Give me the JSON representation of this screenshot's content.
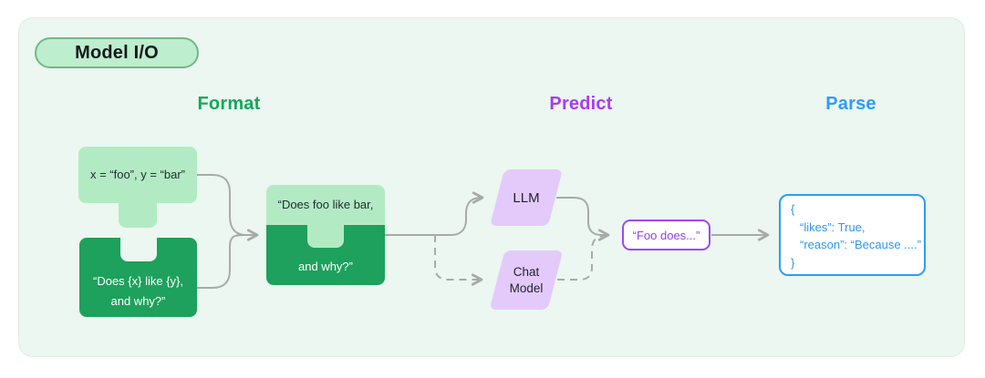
{
  "badge": {
    "label": "Model I/O"
  },
  "headings": {
    "format": "Format",
    "predict": "Predict",
    "parse": "Parse"
  },
  "format": {
    "values_piece": {
      "text": "x = “foo”, y = “bar”"
    },
    "template_piece": {
      "line1": "“Does {x} like {y},",
      "line2": "and why?”"
    },
    "prompt_piece": {
      "line1": "“Does foo like bar,",
      "line2": "and why?”"
    }
  },
  "predict": {
    "llm_label": "LLM",
    "chat_model": {
      "line1": "Chat",
      "line2": "Model"
    },
    "output_text": "“Foo does...”"
  },
  "parse": {
    "lines": [
      "{",
      "“likes”: True,",
      "“reason”: “Because ....”",
      "}"
    ]
  },
  "colors": {
    "panel_background": "#ebf7f0",
    "light_green": "#b2ebc3",
    "dark_green": "#1da15c",
    "format_heading": "#16a65c",
    "predict_heading": "#a63cf4",
    "parse_heading": "#2f9bfb",
    "parallelogram_purple": "#e4cafa",
    "purple_border": "#9c49f3",
    "blue_border": "#2d9cf8",
    "arrow_gray": "#a8aaa9"
  }
}
